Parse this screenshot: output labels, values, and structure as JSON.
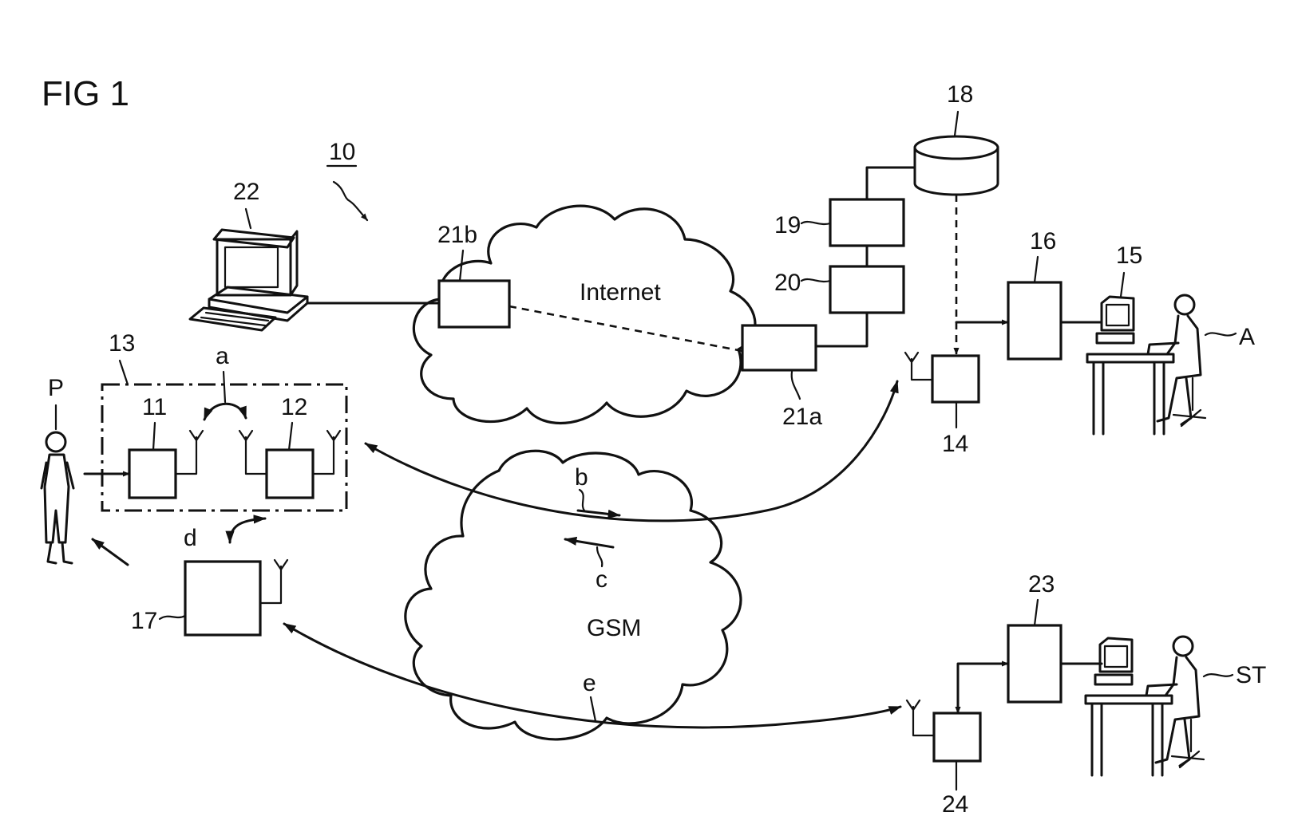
{
  "figure_label": "FIG 1",
  "networks": {
    "internet": "Internet",
    "gsm": "GSM"
  },
  "reference_numerals": {
    "system": "10",
    "sensor_unit_11": "11",
    "transmitter_12": "12",
    "body_unit_13": "13",
    "receiver_14": "14",
    "doctor_workstation_15": "15",
    "server_16": "16",
    "mobile_device_17": "17",
    "database_18": "18",
    "module_19": "19",
    "module_20": "20",
    "gateway_21a": "21a",
    "gateway_21b": "21b",
    "computer_22": "22",
    "server_23": "23",
    "receiver_24": "24"
  },
  "signal_labels": {
    "a": "a",
    "b": "b",
    "c": "c",
    "d": "d",
    "e": "e"
  },
  "persons": {
    "patient": "P",
    "doctor": "A",
    "staff": "ST"
  }
}
